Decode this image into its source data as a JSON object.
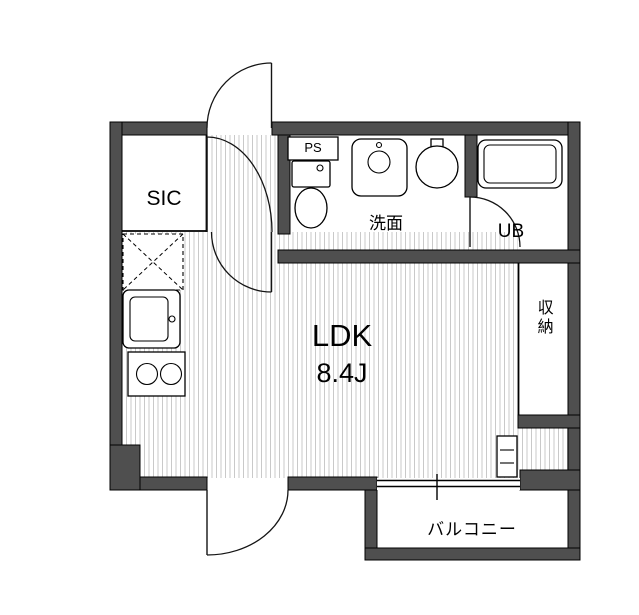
{
  "rooms": {
    "sic": {
      "label": "SIC"
    },
    "pipe_space": {
      "label": "PS"
    },
    "washroom": {
      "label": "洗面"
    },
    "unit_bath": {
      "label": "UB"
    },
    "ldk": {
      "label": "LDK",
      "size": "8.4J"
    },
    "storage": {
      "label": "収納"
    },
    "balcony": {
      "label": "バルコニー"
    }
  },
  "icons": [
    "entrance-door-icon",
    "closet-door-icon",
    "ldk-door-icon",
    "outward-door-icon",
    "bath-door-icon",
    "toilet-icon",
    "washbasin-icon",
    "round-basin-icon",
    "bathtub-icon",
    "kitchen-sink-icon",
    "stove-icon",
    "refrigerator-space-icon",
    "utility-box-icon",
    "balcony-window-icon"
  ],
  "colors": {
    "wall": "#4f4f4f",
    "outline": "#000000",
    "floor_hatch": "#c9c9c9",
    "background": "#ffffff"
  }
}
